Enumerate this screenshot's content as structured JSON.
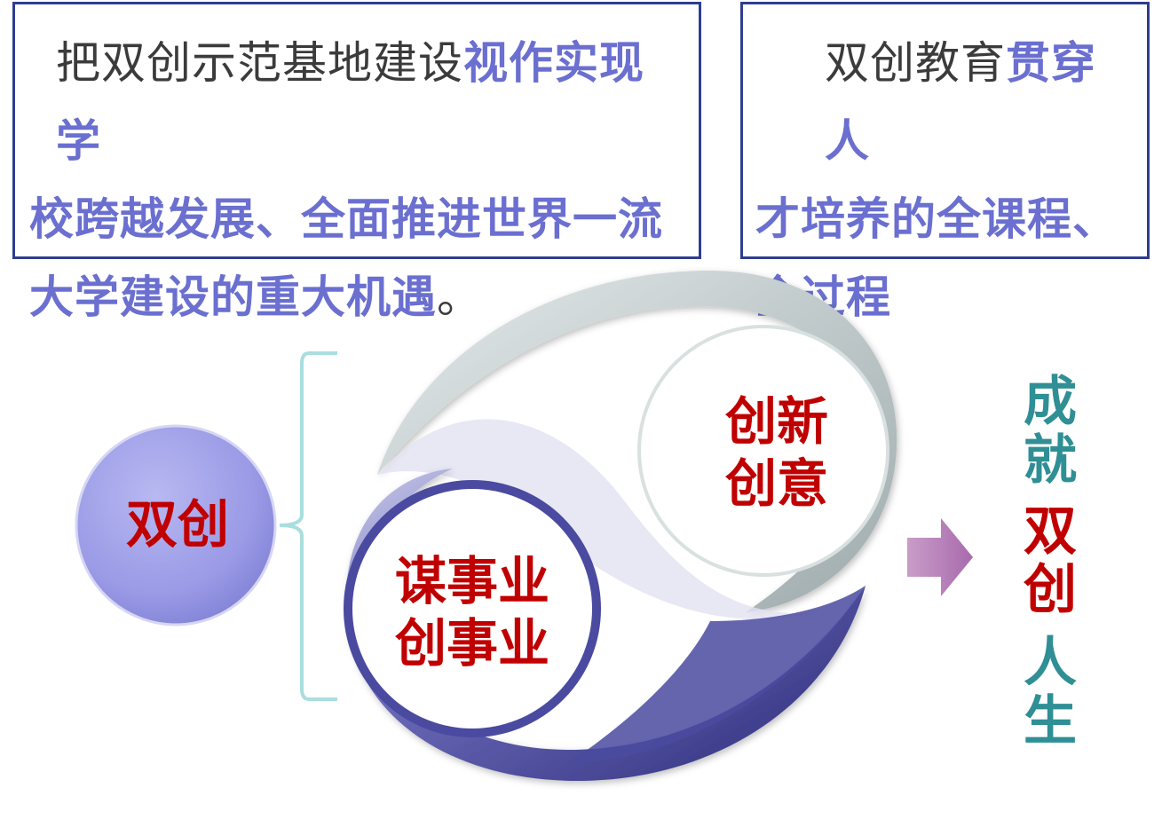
{
  "left_box": {
    "part1": "把双创示范基地建设",
    "part2": "视作实现学",
    "line2": "校跨越发展、全面推进世界一流",
    "line3_emph": "大学建设的重大机遇",
    "line3_end": "。"
  },
  "right_box": {
    "part1": "双创教育",
    "part2": "贯穿人",
    "line2": "才培养的全课程、",
    "line3": "全过程"
  },
  "diagram": {
    "source_circle": "双创",
    "upper_circle": [
      "创新",
      "创意"
    ],
    "lower_circle": [
      "谋事业",
      "创事业"
    ]
  },
  "result": {
    "cheng": "成",
    "jiu": "就",
    "shuang": "双",
    "chuang": "创",
    "ren": "人",
    "sheng": "生"
  },
  "colors": {
    "box_border": "#2f3d8f",
    "emphasis_text": "#6a6fd0",
    "label_red": "#c00000",
    "result_teal": "#2f8f95",
    "arrow": "#b57ab8",
    "source_circle": "#9a9ae6"
  }
}
